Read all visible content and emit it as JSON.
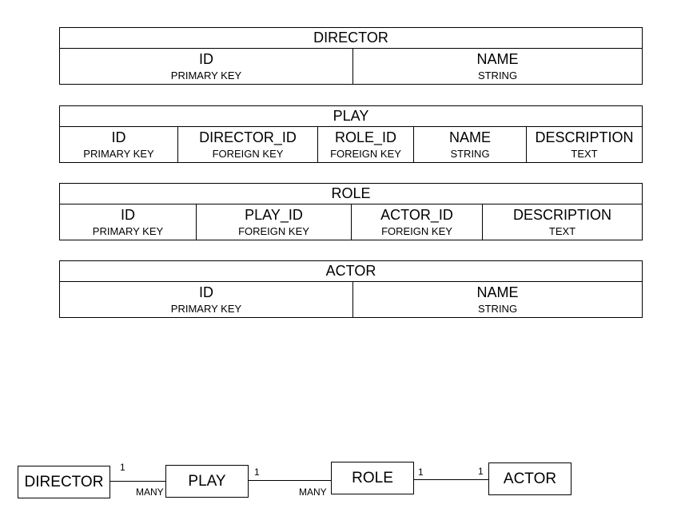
{
  "tables": {
    "director": {
      "title": "DIRECTOR",
      "columns": [
        {
          "name": "ID",
          "type": "PRIMARY KEY"
        },
        {
          "name": "NAME",
          "type": "STRING"
        }
      ]
    },
    "play": {
      "title": "PLAY",
      "columns": [
        {
          "name": "ID",
          "type": "PRIMARY KEY"
        },
        {
          "name": "DIRECTOR_ID",
          "type": "FOREIGN KEY"
        },
        {
          "name": "ROLE_ID",
          "type": "FOREIGN KEY"
        },
        {
          "name": "NAME",
          "type": "STRING"
        },
        {
          "name": "DESCRIPTION",
          "type": "TEXT"
        }
      ]
    },
    "role": {
      "title": "ROLE",
      "columns": [
        {
          "name": "ID",
          "type": "PRIMARY KEY"
        },
        {
          "name": "PLAY_ID",
          "type": "FOREIGN KEY"
        },
        {
          "name": "ACTOR_ID",
          "type": "FOREIGN KEY"
        },
        {
          "name": "DESCRIPTION",
          "type": "TEXT"
        }
      ]
    },
    "actor": {
      "title": "ACTOR",
      "columns": [
        {
          "name": "ID",
          "type": "PRIMARY KEY"
        },
        {
          "name": "NAME",
          "type": "STRING"
        }
      ]
    }
  },
  "relationships": {
    "entities": {
      "director": "DIRECTOR",
      "play": "PLAY",
      "role": "ROLE",
      "actor": "ACTOR"
    },
    "director_play": {
      "left_card": "1",
      "right_card": "MANY"
    },
    "play_role": {
      "left_card": "1",
      "right_card": "MANY"
    },
    "role_actor": {
      "left_card": "1",
      "right_card": "1"
    }
  }
}
